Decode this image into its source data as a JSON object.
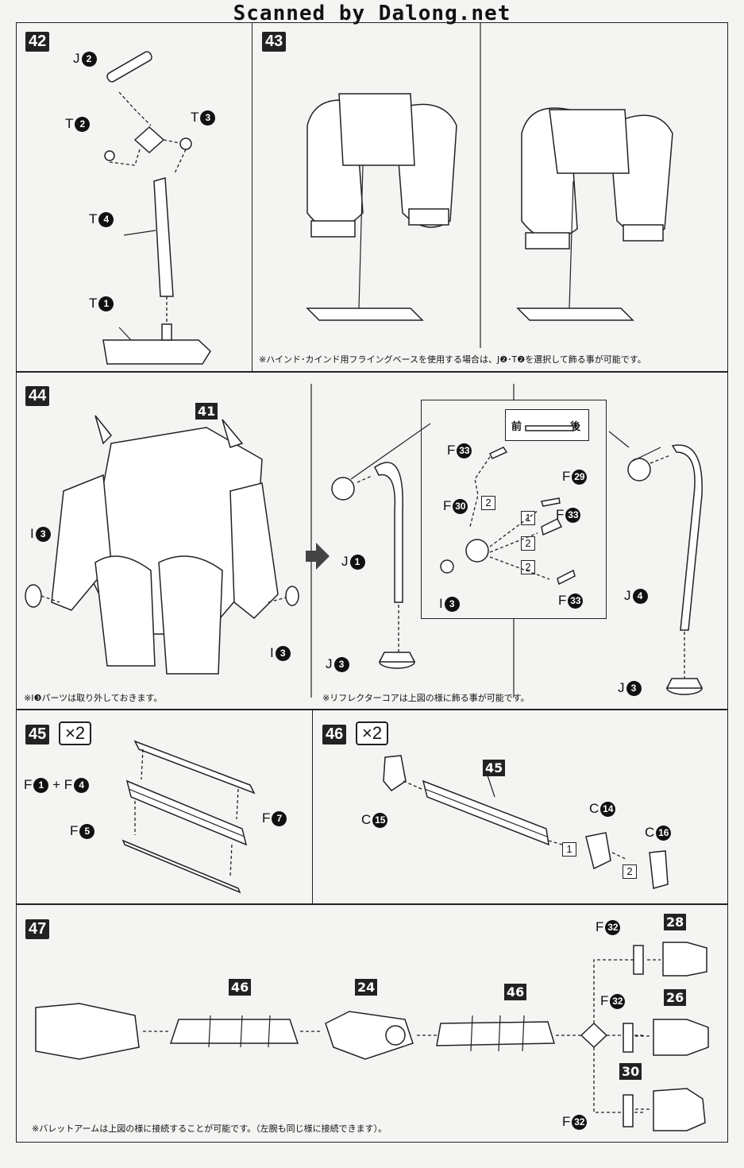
{
  "header": "Scanned by Dalong.net",
  "steps": {
    "s42": "42",
    "s43": "43",
    "s44": "44",
    "s45": "45",
    "s46": "46",
    "s47": "47"
  },
  "multipliers": {
    "m45": "×2",
    "m46": "×2"
  },
  "labels": {
    "J2": "J",
    "J2n": "2",
    "T2": "T",
    "T2n": "2",
    "T3": "T",
    "T3n": "3",
    "T4": "T",
    "T4n": "4",
    "T1": "T",
    "T1n": "1",
    "I3a": "I",
    "I3an": "3",
    "I3b": "I",
    "I3bn": "3",
    "I3c": "I",
    "I3cn": "3",
    "J1": "J",
    "J1n": "1",
    "J3a": "J",
    "J3an": "3",
    "J4": "J",
    "J4n": "4",
    "J3b": "J",
    "J3bn": "3",
    "F33a": "F",
    "F33an": "33",
    "F29": "F",
    "F29n": "29",
    "F30": "F",
    "F30n": "30",
    "F33b": "F",
    "F33bn": "33",
    "F33c": "F",
    "F33cn": "33",
    "F1": "F",
    "F1n": "1",
    "plus": "+",
    "F4": "F",
    "F4n": "4",
    "F5": "F",
    "F5n": "5",
    "F7": "F",
    "F7n": "7",
    "C15": "C",
    "C15n": "15",
    "C14": "C",
    "C14n": "14",
    "C16": "C",
    "C16n": "16",
    "F32a": "F",
    "F32an": "32",
    "F32b": "F",
    "F32bn": "32",
    "F32c": "F",
    "F32cn": "32"
  },
  "refs": {
    "r41": "41",
    "r45": "45",
    "r46a": "46",
    "r24": "24",
    "r46b": "46",
    "r28": "28",
    "r26": "26",
    "r30": "30"
  },
  "order_box": {
    "front": "前",
    "back": "後"
  },
  "box_nums": {
    "b1a": "1",
    "b2a": "2",
    "b2b": "2",
    "b2c": "2",
    "b1b": "1",
    "b2d": "2"
  },
  "notes": {
    "n43": "※ハインド･カインド用フライングベースを使用する場合は、J❷･T❷を選択して飾る事が可能です。",
    "n44a": "※I❸パーツは取り外しておきます。",
    "n44b": "※リフレクターコアは上図の様に飾る事が可能です。",
    "n47": "※バレットアームは上図の様に接続することが可能です。（左腕も同じ様に接続できます）。"
  }
}
